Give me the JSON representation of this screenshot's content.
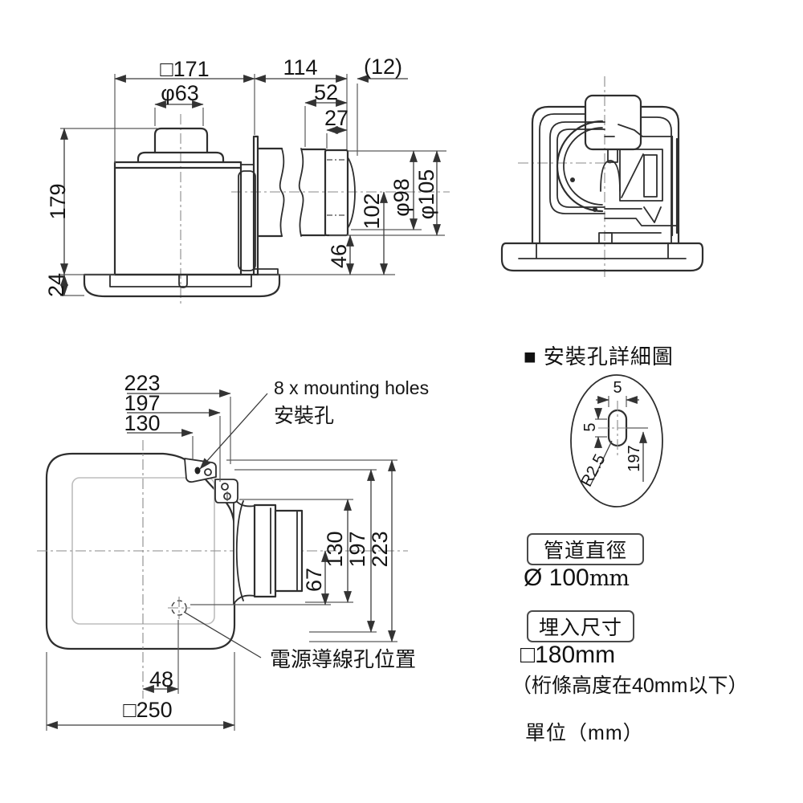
{
  "unit": "mm",
  "side_view": {
    "overall_width": "□171",
    "duct_length": "114",
    "duct_protrusion": "(12)",
    "hub_diameter": "φ63",
    "duct_end_length": "52",
    "collar_length": "27",
    "body_height": "179",
    "flange_height": "24",
    "center_to_bottom": "102",
    "duct_bottom_to_flange": "46",
    "duct_inner_diameter": "φ98",
    "duct_outer_diameter": "φ105"
  },
  "top_view": {
    "hole_span_h": [
      "223",
      "197",
      "130"
    ],
    "hole_span_v": [
      "130",
      "197",
      "223"
    ],
    "center_to_power_hole_v": "67",
    "center_to_power_hole_h": "48",
    "overall_width": "□250",
    "mounting_holes_en": "8 x mounting holes",
    "mounting_holes_zh": "安裝孔",
    "power_hole_label": "電源導線孔位置"
  },
  "hole_detail": {
    "title": "■ 安裝孔詳細圖",
    "slot_width": "5",
    "slot_length": "5",
    "corner_radius": "R2.5",
    "row_position": "197"
  },
  "specs": {
    "duct_dia_label": "管道直徑",
    "duct_dia_value": "Ø 100",
    "duct_dia_unit": "mm",
    "embed_label": "埋入尺寸",
    "embed_value": "□180mm",
    "embed_note": "（桁條高度在40mm以下）",
    "unit_note": "單位（mm）"
  }
}
